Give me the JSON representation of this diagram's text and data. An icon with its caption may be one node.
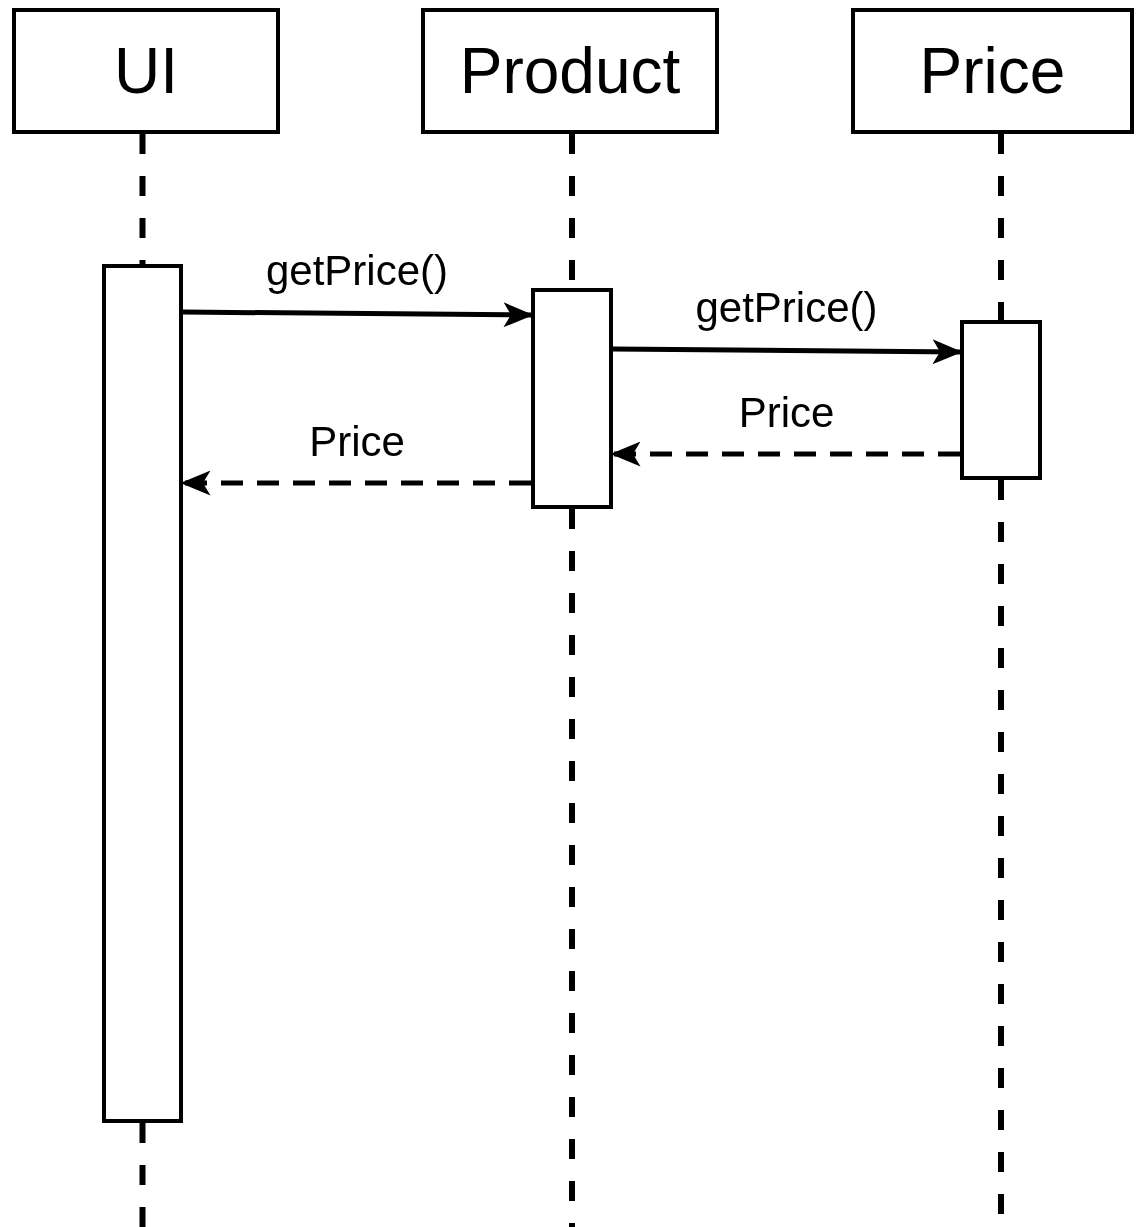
{
  "diagram": {
    "nodes": [
      {
        "text": [
          "UI"
        ]
      },
      {
        "text": [
          "Product"
        ]
      },
      {
        "text": [
          "Price"
        ]
      },
      {
        "text": [],
        "shape": "box"
      },
      {
        "text": [],
        "shape": "box"
      },
      {
        "text": [],
        "shape": "box"
      }
    ],
    "edges": [
      {
        "from": 0,
        "to": 3,
        "arrow": "none",
        "style": "dashed"
      },
      {
        "from": 3,
        "to": null,
        "arrow": "none",
        "style": "dashed"
      },
      {
        "from": 1,
        "to": 4,
        "arrow": "none",
        "style": "dashed"
      },
      {
        "from": 4,
        "to": null,
        "arrow": "none",
        "style": "dashed"
      },
      {
        "from": 2,
        "to": 5,
        "arrow": "none",
        "style": "dashed"
      },
      {
        "from": 5,
        "to": null,
        "arrow": "none",
        "style": "dashed"
      },
      {
        "from": 3,
        "to": 4,
        "label": "getPrice()",
        "arrow": "to"
      },
      {
        "from": 4,
        "to": 5,
        "label": "getPrice()",
        "arrow": "to"
      },
      {
        "from": 5,
        "to": 4,
        "label": "Price",
        "arrow": "to",
        "style": "dashed"
      },
      {
        "from": 4,
        "to": 3,
        "label": "Price",
        "arrow": "to",
        "style": "dashed"
      }
    ]
  }
}
